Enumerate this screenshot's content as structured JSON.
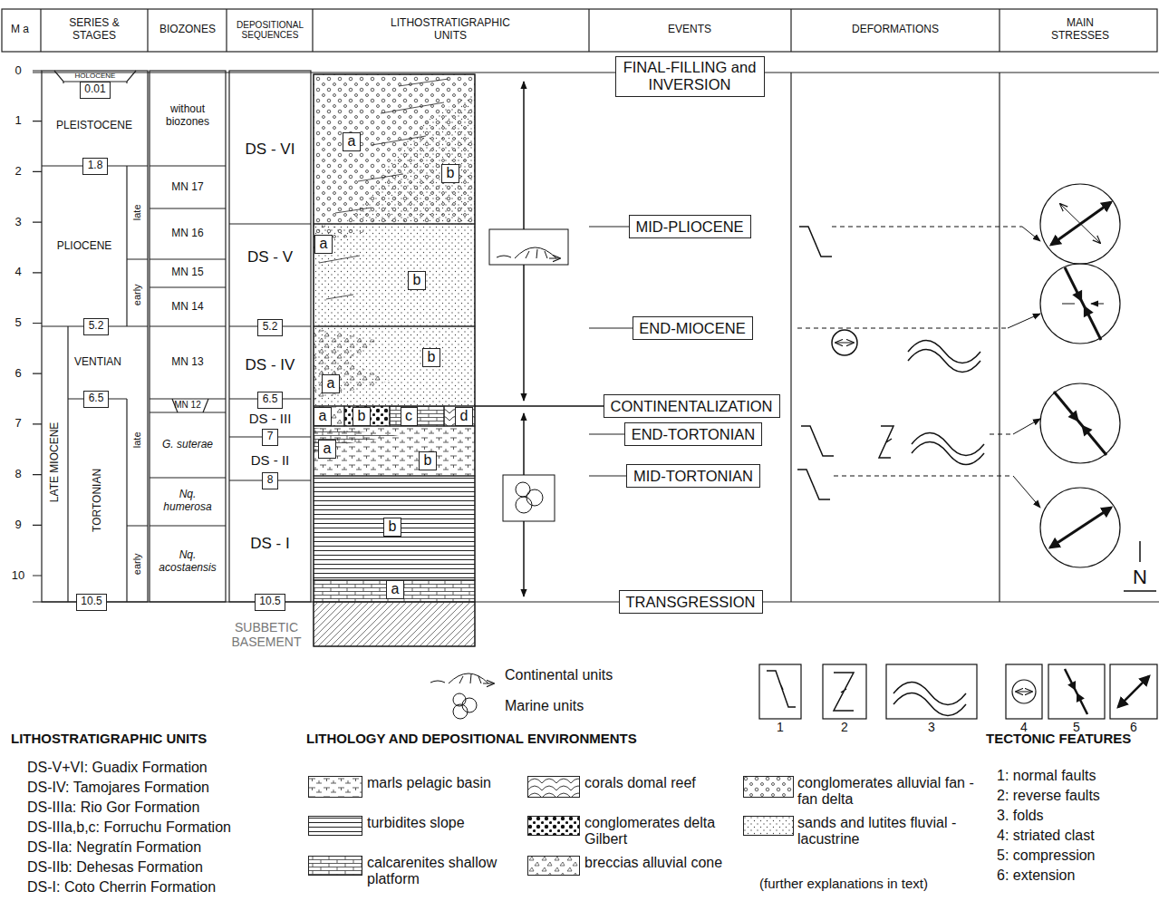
{
  "diagram": {
    "nodes": [
      {
        "text": [
          "0.01"
        ]
      },
      {
        "text": [
          "1.8"
        ]
      },
      {
        "text": [
          "5.2"
        ]
      },
      {
        "text": [
          "6.5"
        ]
      },
      {
        "text": [
          "10.5"
        ]
      },
      {
        "text": [
          "5.2"
        ]
      },
      {
        "text": [
          "6.5"
        ]
      },
      {
        "text": [
          "7"
        ]
      },
      {
        "text": [
          "8"
        ]
      },
      {
        "text": [
          "10.5"
        ]
      },
      {
        "text": [
          "a"
        ]
      },
      {
        "text": [
          "b"
        ]
      },
      {
        "text": [
          "a"
        ]
      },
      {
        "text": [
          "b"
        ]
      },
      {
        "text": [
          "b"
        ]
      },
      {
        "text": [
          "a"
        ]
      },
      {
        "text": [
          "a"
        ]
      },
      {
        "text": [
          "b"
        ]
      },
      {
        "text": [
          "c"
        ]
      },
      {
        "text": [
          "d"
        ]
      },
      {
        "text": [
          "a"
        ]
      },
      {
        "text": [
          "b"
        ]
      },
      {
        "text": [
          "b"
        ]
      },
      {
        "text": [
          "a"
        ]
      },
      {
        "text": [
          "FINAL-FILLING and INVERSION"
        ]
      },
      {
        "text": [
          "MID-PLIOCENE"
        ]
      },
      {
        "text": [
          "END-MIOCENE"
        ]
      },
      {
        "text": [
          "CONTINENTALIZATION"
        ]
      },
      {
        "text": [
          "END-TORTONIAN"
        ]
      },
      {
        "text": [
          "MID-TORTONIAN"
        ]
      },
      {
        "text": [
          "TRANSGRESSION"
        ]
      }
    ],
    "labels": [
      "M a",
      "SERIES & STAGES",
      "BIOZONES",
      "DEPOSITIONAL SEQUENCES",
      "LITHOSTRATIGRAPHIC UNITS",
      "EVENTS",
      "DEFORMATIONS",
      "MAIN STRESSES",
      "0",
      "1",
      "2",
      "3",
      "4",
      "5",
      "6",
      "7",
      "8",
      "9",
      "10",
      "HOLOCENE",
      "PLEISTOCENE",
      "PLIOCENE",
      "late",
      "early",
      "LATE MIOCENE",
      "VENTIAN",
      "TORTONIAN",
      "late",
      "early",
      "without biozones",
      "MN 17",
      "MN 16",
      "MN 15",
      "MN 14",
      "MN 13",
      "MN 12",
      "G. suterae",
      "Nq. humerosa",
      "Nq. acostaensis",
      "DS - VI",
      "DS - V",
      "DS - IV",
      "DS - III",
      "DS - II",
      "DS - I",
      "SUBBETIC BASEMENT",
      "1",
      "2",
      "3",
      "4",
      "5",
      "6",
      "LITHOSTRATIGRAPHIC UNITS",
      "DS-V+VI: Guadix Formation",
      "DS-IV: Tamojares Formation",
      "DS-IIIa: Rio Gor Formation",
      "DS-IIIa,b,c: Forruchu Formation",
      "DS-IIa: Negratín Formation",
      "DS-IIb: Dehesas Formation",
      "DS-I: Coto Cherrin Formation",
      "LITHOLOGY AND DEPOSITIONAL ENVIRONMENTS",
      "(further explanations in text)",
      "TECTONIC FEATURES",
      "1: normal faults",
      "2: reverse faults",
      "3. folds",
      "4: striated clast",
      "5: compression",
      "6: extension",
      "N"
    ],
    "legend": [
      {
        "text": "Continental units"
      },
      {
        "text": "Marine units"
      },
      {
        "text": "marls pelagic basin"
      },
      {
        "text": "turbidites slope"
      },
      {
        "text": "calcarenites shallow platform"
      },
      {
        "text": "corals domal reef"
      },
      {
        "text": "conglomerates delta Gilbert"
      },
      {
        "text": "breccias alluvial cone"
      },
      {
        "text": "conglomerates alluvial fan - fan delta"
      },
      {
        "text": "sands and lutites fluvial - lacustrine"
      }
    ]
  }
}
